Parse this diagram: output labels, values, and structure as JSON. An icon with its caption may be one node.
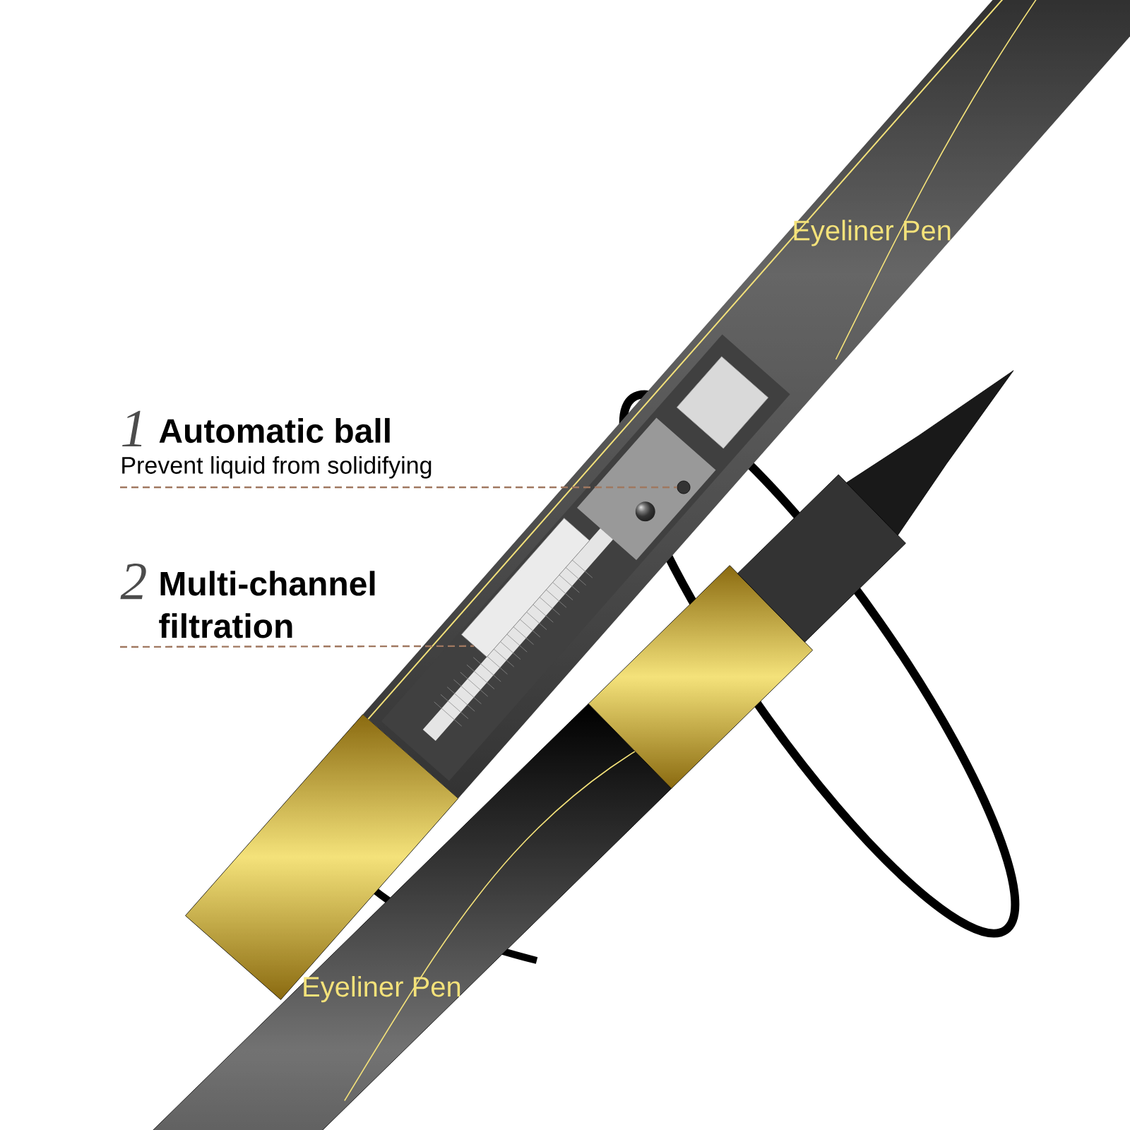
{
  "diagram": {
    "nodes": [
      {
        "text": [
          "1",
          "Automatic ball",
          "Prevent liquid from solidifying"
        ]
      },
      {
        "text": [],
        "shape": "circle"
      },
      {
        "text": [
          "2",
          "Multi-channel filtration"
        ]
      },
      {
        "text": [],
        "shape": "box"
      }
    ],
    "edges": [
      {
        "from": 0,
        "to": 1,
        "arrow": "none",
        "style": "dashed"
      },
      {
        "from": 2,
        "to": 3,
        "arrow": "none",
        "style": "dashed"
      }
    ],
    "labels": [
      "Eyeliner Pen",
      "Eyeliner Pen"
    ]
  }
}
